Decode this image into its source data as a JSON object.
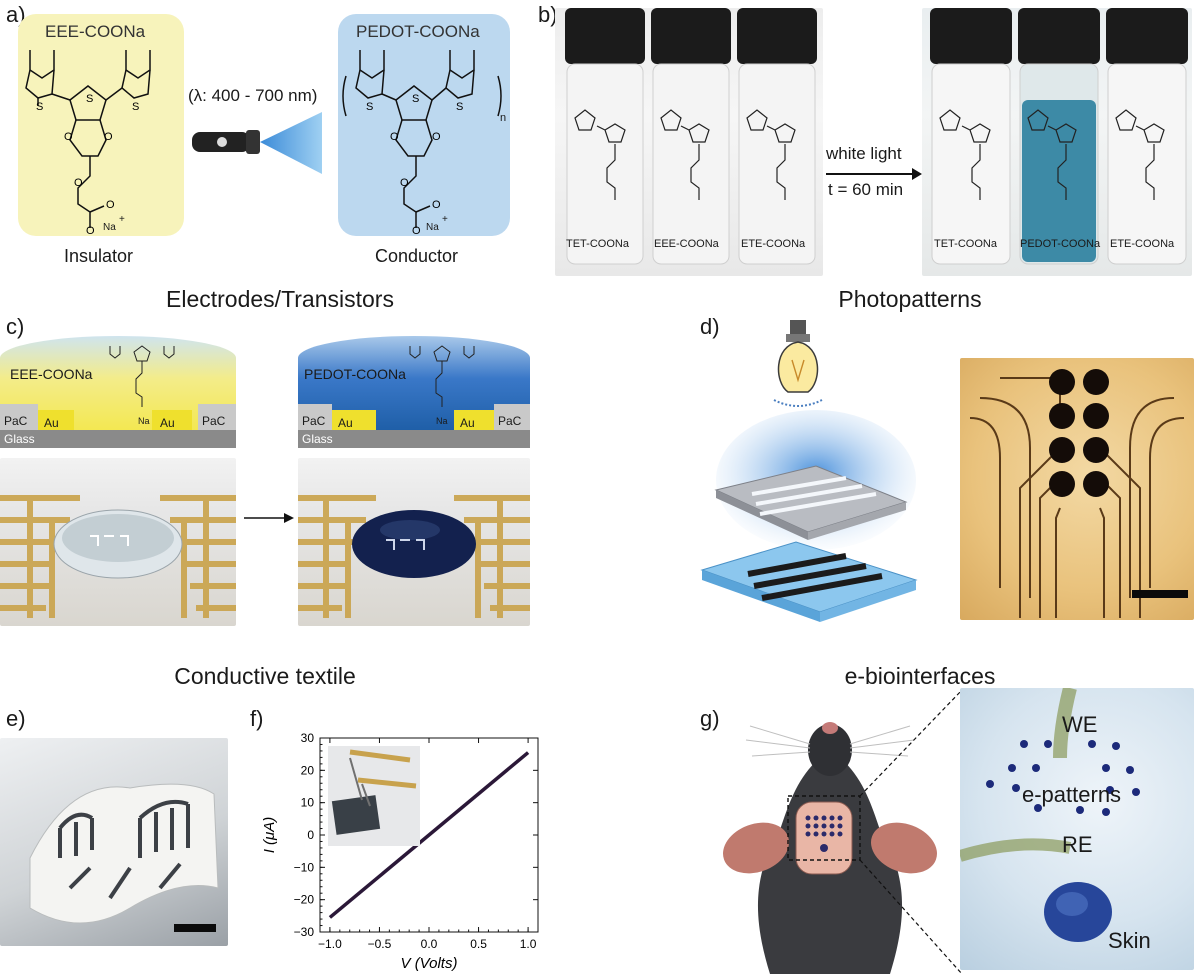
{
  "panels": {
    "a": "a)",
    "b": "b)",
    "c": "c)",
    "d": "d)",
    "e": "e)",
    "f": "f)",
    "g": "g)"
  },
  "panel_a": {
    "left_compound": "EEE-COONa",
    "right_compound": "PEDOT-COONa",
    "wavelength": "(λ: 400 - 700 nm)",
    "left_caption": "Insulator",
    "right_caption": "Conductor",
    "subscript_n": "n",
    "na": "Na",
    "plus": "+",
    "minus": "–"
  },
  "panel_b": {
    "vial_labels_before": [
      "TET-COONa",
      "EEE-COONa",
      "ETE-COONa"
    ],
    "vial_labels_after": [
      "TET-COONa",
      "PEDOT-COONa",
      "ETE-COONa"
    ],
    "arrow_top": "white light",
    "arrow_bottom": "t = 60 min"
  },
  "sections": {
    "electrodes": "Electrodes/Transistors",
    "photopatterns": "Photopatterns",
    "textile": "Conductive textile",
    "bio": "e-biointerfaces"
  },
  "panel_c": {
    "left_film": "EEE-COONa",
    "right_film": "PEDOT-COONa",
    "pac": "PaC",
    "au": "Au",
    "glass": "Glass",
    "na": "Na",
    "plus": "+"
  },
  "panel_g": {
    "we": "WE",
    "epatterns": "e-patterns",
    "re": "RE",
    "skin": "Skin"
  },
  "chart_data": {
    "type": "line",
    "x": [
      -1.0,
      1.0
    ],
    "y": [
      -25.5,
      25.5
    ],
    "xlabel": "V (Volts)",
    "ylabel": "I (μA)",
    "xlim": [
      -1.1,
      1.1
    ],
    "ylim": [
      -30,
      30
    ],
    "xticks": [
      -1.0,
      -0.5,
      0.0,
      0.5,
      1.0
    ],
    "yticks": [
      -30,
      -20,
      -10,
      0,
      10,
      20,
      30
    ],
    "xtick_labels": [
      "−1.0",
      "−0.5",
      "0.0",
      "0.5",
      "1.0"
    ],
    "ytick_labels": [
      "−30",
      "−20",
      "−10",
      "0",
      "10",
      "20",
      "30"
    ],
    "line_color": "#2b1838",
    "grid": false
  },
  "colors": {
    "yellow_box": "#f7f3bb",
    "blue_box": "#bcd8ef",
    "pedot_blue": "#1f5fa8",
    "gold": "#c9a24a"
  }
}
